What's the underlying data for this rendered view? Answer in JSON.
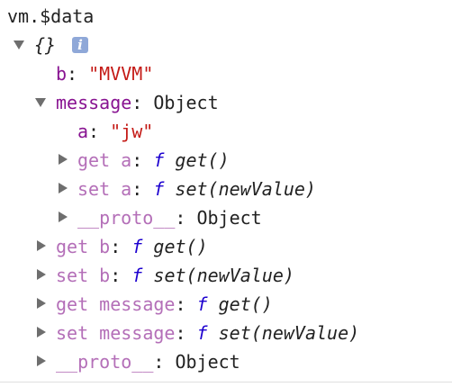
{
  "expression": "vm.$data",
  "root": {
    "label": "{}",
    "info_icon": "info-icon"
  },
  "rows": {
    "b": {
      "key": "b",
      "sep": ": ",
      "value": "\"MVVM\""
    },
    "message": {
      "key": "message",
      "sep": ": ",
      "value": "Object"
    },
    "message_a": {
      "key": "a",
      "sep": ": ",
      "value": "\"jw\""
    },
    "get_a": {
      "key": "get a",
      "sep": ": ",
      "f": "f",
      "sig": "get()"
    },
    "set_a": {
      "key": "set a",
      "sep": ": ",
      "f": "f",
      "sig": "set(newValue)"
    },
    "proto_inner": {
      "key": "__proto__",
      "sep": ": ",
      "value": "Object"
    },
    "get_b": {
      "key": "get b",
      "sep": ": ",
      "f": "f",
      "sig": "get()"
    },
    "set_b": {
      "key": "set b",
      "sep": ": ",
      "f": "f",
      "sig": "set(newValue)"
    },
    "get_message": {
      "key": "get message",
      "sep": ": ",
      "f": "f",
      "sig": "get()"
    },
    "set_message": {
      "key": "set message",
      "sep": ": ",
      "f": "f",
      "sig": "set(newValue)"
    },
    "proto_outer": {
      "key": "__proto__",
      "sep": ": ",
      "value": "Object"
    }
  },
  "colors": {
    "key": "#881391",
    "key_dim": "#b46fb8",
    "string": "#c41a16",
    "function_keyword": "#1c00cf",
    "caret": "#6e6e6e",
    "info_icon_bg": "#8fa8d8"
  }
}
